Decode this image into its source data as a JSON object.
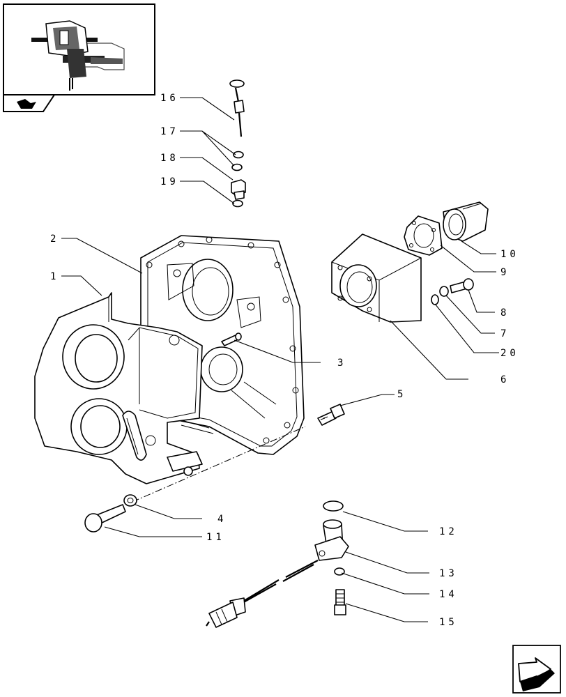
{
  "callouts": [
    {
      "id": "p1",
      "text": "1"
    },
    {
      "id": "p2",
      "text": "2"
    },
    {
      "id": "p3",
      "text": "3"
    },
    {
      "id": "p4",
      "text": "4"
    },
    {
      "id": "p5",
      "text": "5"
    },
    {
      "id": "p6",
      "text": "6"
    },
    {
      "id": "p7",
      "text": "7"
    },
    {
      "id": "p8",
      "text": "8"
    },
    {
      "id": "p9",
      "text": "9"
    },
    {
      "id": "p10",
      "text": "10"
    },
    {
      "id": "p11",
      "text": "11"
    },
    {
      "id": "p12",
      "text": "12"
    },
    {
      "id": "p13",
      "text": "13"
    },
    {
      "id": "p14",
      "text": "14"
    },
    {
      "id": "p15",
      "text": "15"
    },
    {
      "id": "p16",
      "text": "16"
    },
    {
      "id": "p17",
      "text": "17"
    },
    {
      "id": "p18",
      "text": "18"
    },
    {
      "id": "p19",
      "text": "19"
    },
    {
      "id": "p20",
      "text": "20"
    }
  ],
  "icons": {
    "thumbnail": "assembly-thumbnail-icon",
    "back": "back-arrow-icon",
    "next": "next-page-arrow-icon"
  }
}
